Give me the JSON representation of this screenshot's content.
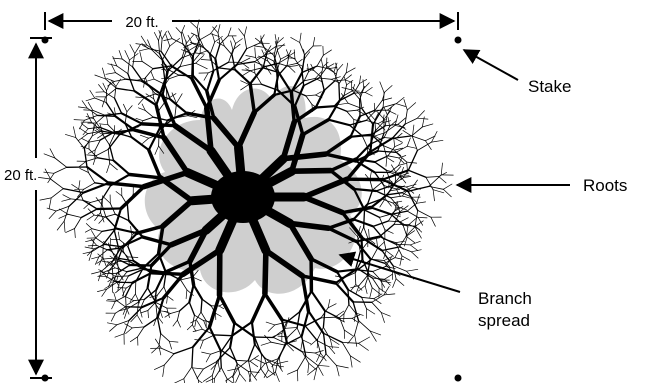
{
  "dimensions": {
    "width_label": "20 ft.",
    "height_label": "20 ft."
  },
  "labels": {
    "stake": "Stake",
    "roots": "Roots",
    "branch_spread": [
      "Branch",
      "spread"
    ]
  },
  "colors": {
    "ink": "#000000",
    "canopy": "#cfcfcf",
    "background": "#ffffff"
  }
}
